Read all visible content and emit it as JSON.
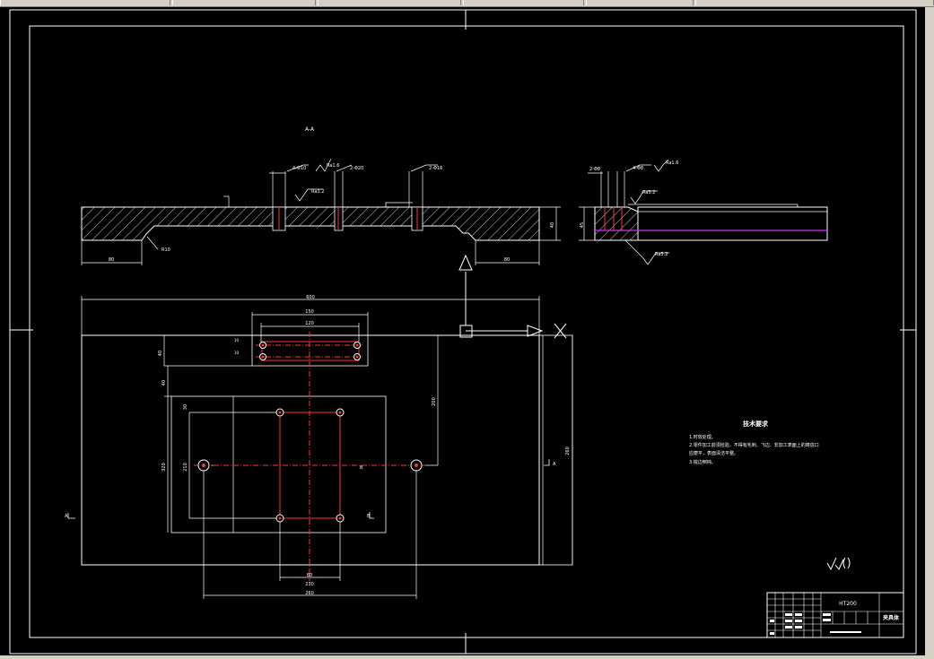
{
  "drawing": {
    "section_label": "A-A",
    "roughness": {
      "r1": "Ra1.6",
      "r2": "Ra3.2",
      "r3": "Ra1.6",
      "r4": "Ra3.2",
      "r5": "Ra3.2"
    },
    "hole_callouts": {
      "h1": "4-Φ10",
      "h2": "2-Φ20",
      "h3": "2-Φ16",
      "h4": "2-Φ8",
      "h5": "4-Φ8"
    },
    "dims": {
      "d_r10": "R10",
      "d_80l": "80",
      "d_80r": "80",
      "d_40": "40",
      "d_45": "45",
      "d_600": "600",
      "d_150": "150",
      "d_120": "120",
      "d_40a": "40",
      "d_40b": "40",
      "d_200": "200",
      "d_260": "260",
      "d_30": "30",
      "d_320": "320",
      "d_210": "210",
      "d_80b": "80",
      "d_230": "230",
      "d_260b": "260",
      "d_10a": "10",
      "d_10b": "10"
    },
    "section_marks": {
      "m1": "A",
      "m2": "A",
      "m3": "B",
      "m4": "B"
    },
    "tech": {
      "title": "技术要求",
      "lines": [
        "1.时效处理。",
        "2.零件加工前须检验，不得有毛刺、飞边、非加工表面上的铸造口",
        "应磨平，表面清洁平整。",
        "3.锐边倒钝。"
      ]
    },
    "title_block": {
      "material": "HT200",
      "name": "夹具体"
    }
  }
}
